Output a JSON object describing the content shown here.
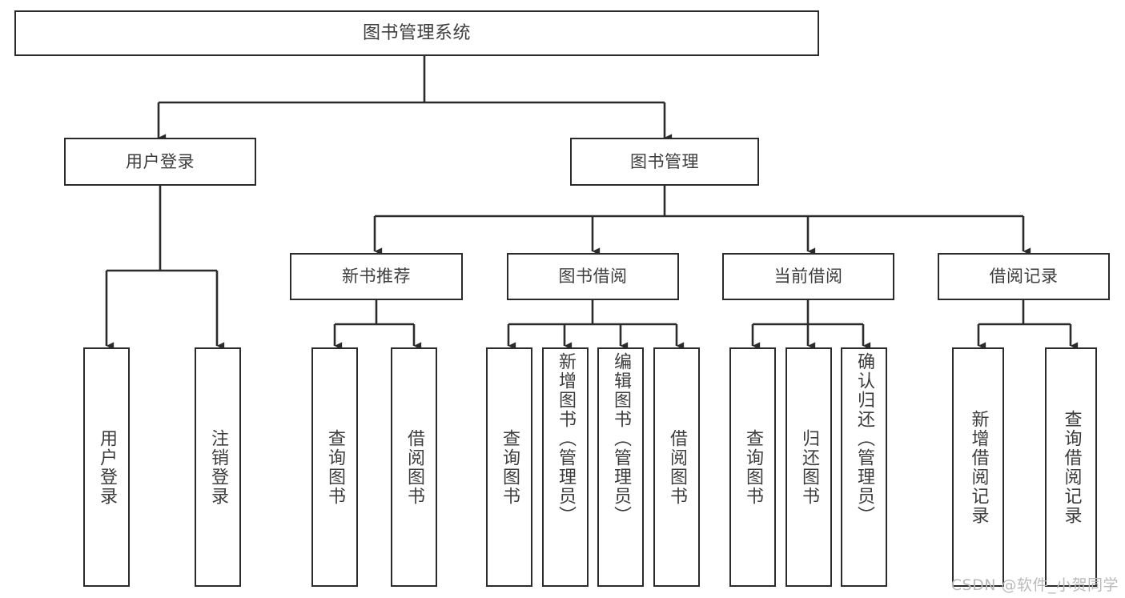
{
  "diagram": {
    "title": "图书管理系统",
    "type": "tree",
    "stroke_color": "#2b2b2b",
    "text_color": "#3d3d3d",
    "background_color": "#ffffff"
  },
  "nodes": {
    "root": {
      "label": "图书管理系统"
    },
    "level1": [
      {
        "label": "用户登录"
      },
      {
        "label": "图书管理"
      }
    ],
    "level2": [
      {
        "label": "新书推荐"
      },
      {
        "label": "图书借阅"
      },
      {
        "label": "当前借阅"
      },
      {
        "label": "借阅记录"
      }
    ],
    "leaves": {
      "user_login": [
        {
          "label": "用户登录"
        },
        {
          "label": "注销登录"
        }
      ],
      "new_book": [
        {
          "label": "查询图书"
        },
        {
          "label": "借阅图书"
        }
      ],
      "book_borrow": [
        {
          "label": "查询图书"
        },
        {
          "label": "新增图书（管理员）"
        },
        {
          "label": "编辑图书（管理员）"
        },
        {
          "label": "借阅图书"
        }
      ],
      "current_borrow": [
        {
          "label": "查询图书"
        },
        {
          "label": "归还图书"
        },
        {
          "label": "确认归还（管理员）"
        }
      ],
      "borrow_record": [
        {
          "label": "新增借阅记录"
        },
        {
          "label": "查询借阅记录"
        }
      ]
    }
  },
  "watermark": {
    "text": "CSDN @软件_小贺同学"
  }
}
